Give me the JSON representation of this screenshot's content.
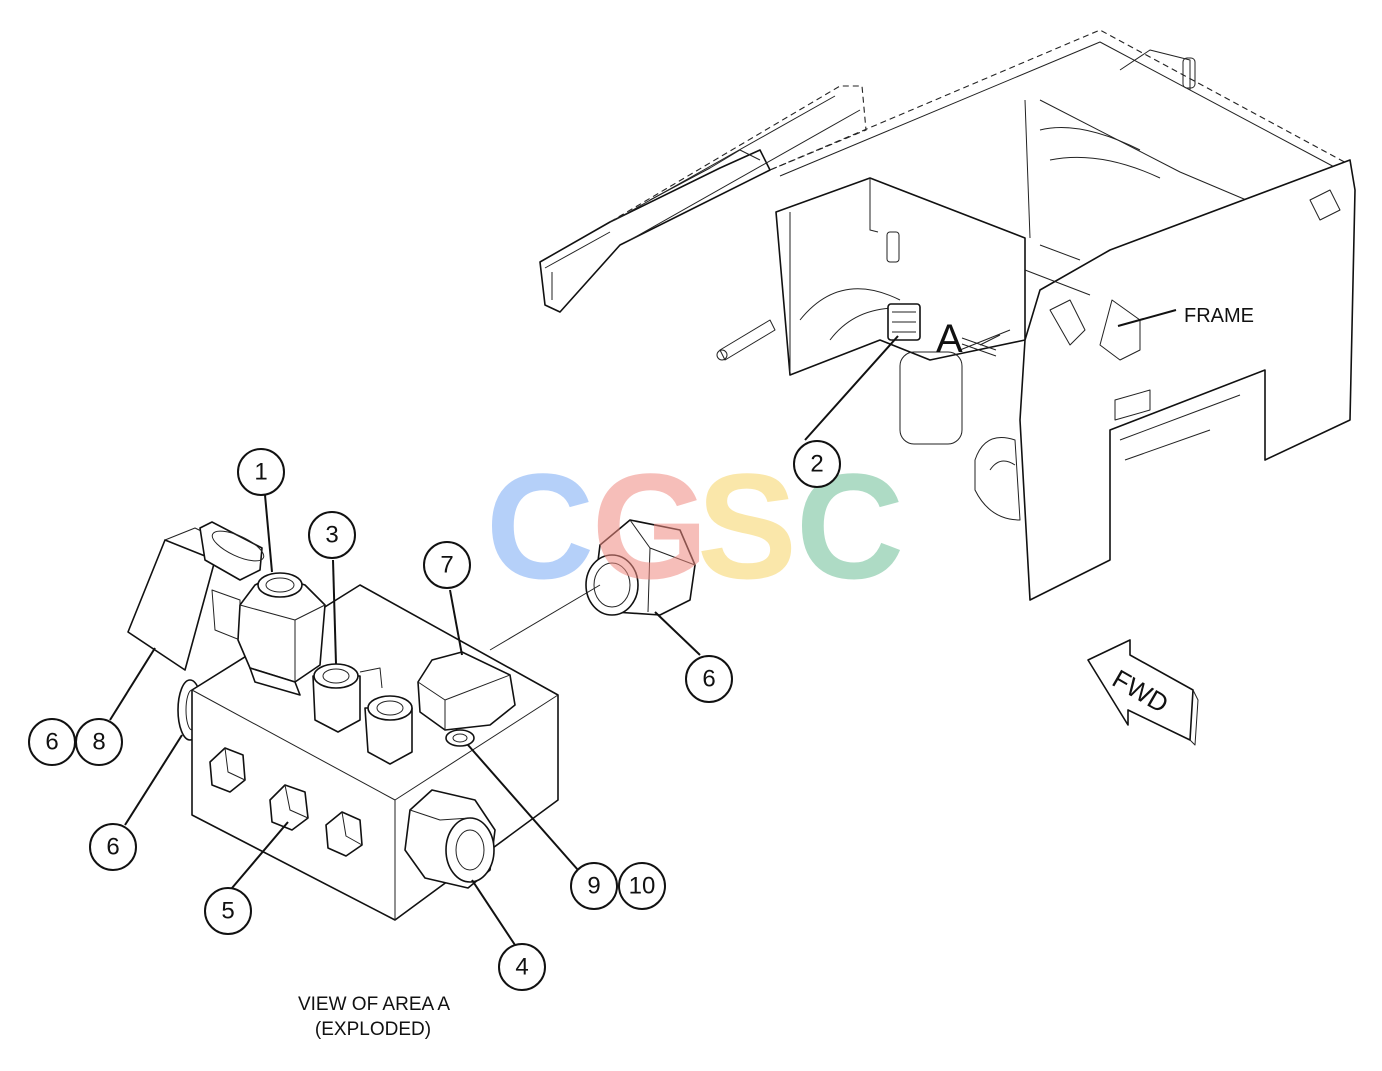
{
  "labels": {
    "frame": "FRAME",
    "area": "A",
    "forward": "FWD",
    "view_line1": "VIEW OF AREA A",
    "view_line2": "(EXPLODED)"
  },
  "callouts": {
    "c1": "1",
    "c2": "2",
    "c3": "3",
    "c4": "4",
    "c5": "5",
    "c6a": "6",
    "c6b": "6",
    "c6c": "6",
    "c7": "7",
    "c8": "8",
    "c9": "9",
    "c10": "10"
  },
  "watermark": {
    "letters": [
      "C",
      "G",
      "S",
      "C"
    ],
    "colors": [
      "#7aaaf5",
      "#f08a80",
      "#f7d466",
      "#6dbf96"
    ]
  }
}
